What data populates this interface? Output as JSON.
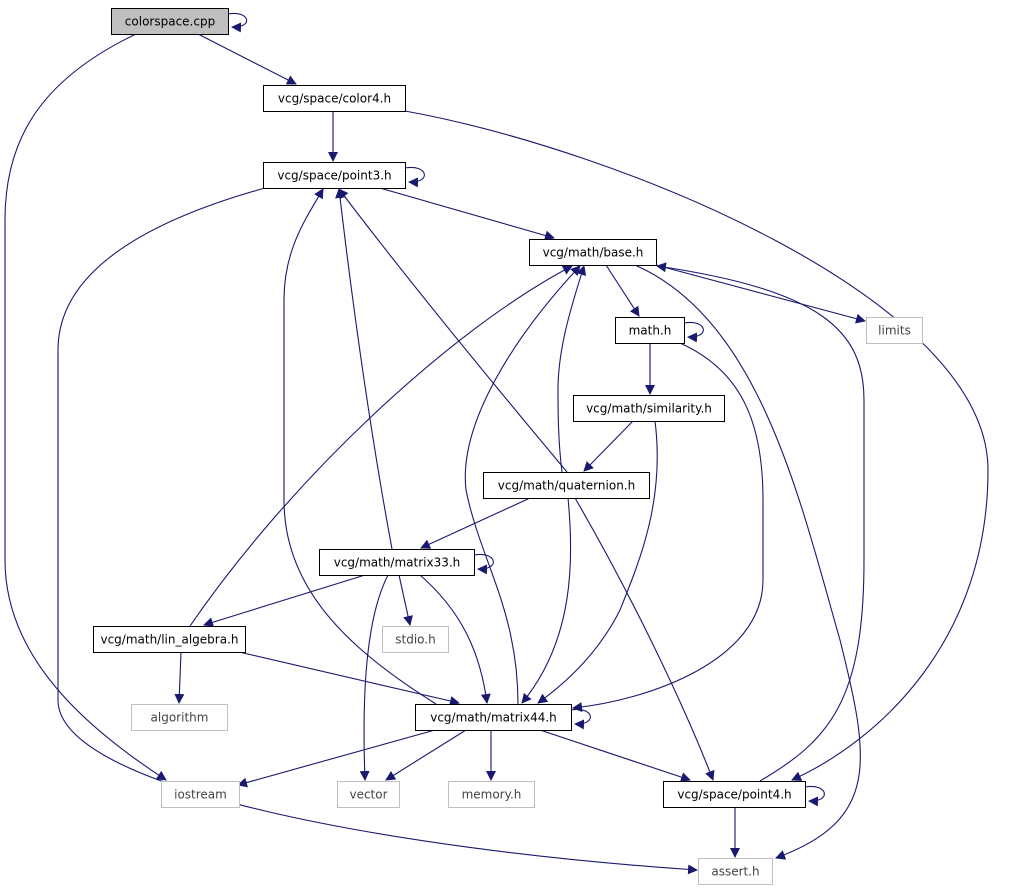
{
  "colors": {
    "edge": "#191970",
    "root_fill": "#bfbfbf",
    "node_border": "#000000",
    "external_border": "#bfbfbf",
    "background": "#ffffff"
  },
  "nodes": [
    {
      "id": "colorspace_cpp",
      "label": "colorspace.cpp",
      "kind": "root"
    },
    {
      "id": "color4_h",
      "label": "vcg/space/color4.h",
      "kind": "internal"
    },
    {
      "id": "point3_h",
      "label": "vcg/space/point3.h",
      "kind": "internal"
    },
    {
      "id": "base_h",
      "label": "vcg/math/base.h",
      "kind": "internal"
    },
    {
      "id": "limits",
      "label": "limits",
      "kind": "external"
    },
    {
      "id": "math_h",
      "label": "math.h",
      "kind": "internal"
    },
    {
      "id": "similarity_h",
      "label": "vcg/math/similarity.h",
      "kind": "internal"
    },
    {
      "id": "quaternion_h",
      "label": "vcg/math/quaternion.h",
      "kind": "internal"
    },
    {
      "id": "matrix33_h",
      "label": "vcg/math/matrix33.h",
      "kind": "internal"
    },
    {
      "id": "stdio_h",
      "label": "stdio.h",
      "kind": "external"
    },
    {
      "id": "lin_algebra_h",
      "label": "vcg/math/lin_algebra.h",
      "kind": "internal"
    },
    {
      "id": "algorithm",
      "label": "algorithm",
      "kind": "external"
    },
    {
      "id": "matrix44_h",
      "label": "vcg/math/matrix44.h",
      "kind": "internal"
    },
    {
      "id": "iostream",
      "label": "iostream",
      "kind": "external"
    },
    {
      "id": "vector",
      "label": "vector",
      "kind": "external"
    },
    {
      "id": "memory_h",
      "label": "memory.h",
      "kind": "external"
    },
    {
      "id": "point4_h",
      "label": "vcg/space/point4.h",
      "kind": "internal"
    },
    {
      "id": "assert_h",
      "label": "assert.h",
      "kind": "external"
    }
  ],
  "edges": [
    {
      "from": "colorspace_cpp",
      "to": "colorspace_cpp"
    },
    {
      "from": "colorspace_cpp",
      "to": "color4_h"
    },
    {
      "from": "colorspace_cpp",
      "to": "iostream"
    },
    {
      "from": "color4_h",
      "to": "point3_h"
    },
    {
      "from": "color4_h",
      "to": "point4_h"
    },
    {
      "from": "point3_h",
      "to": "point3_h"
    },
    {
      "from": "point3_h",
      "to": "base_h"
    },
    {
      "from": "point3_h",
      "to": "assert_h"
    },
    {
      "from": "base_h",
      "to": "math_h"
    },
    {
      "from": "base_h",
      "to": "limits"
    },
    {
      "from": "base_h",
      "to": "assert_h"
    },
    {
      "from": "math_h",
      "to": "math_h"
    },
    {
      "from": "math_h",
      "to": "similarity_h"
    },
    {
      "from": "math_h",
      "to": "matrix44_h"
    },
    {
      "from": "similarity_h",
      "to": "quaternion_h"
    },
    {
      "from": "similarity_h",
      "to": "matrix44_h"
    },
    {
      "from": "quaternion_h",
      "to": "point3_h"
    },
    {
      "from": "quaternion_h",
      "to": "base_h"
    },
    {
      "from": "quaternion_h",
      "to": "matrix33_h"
    },
    {
      "from": "quaternion_h",
      "to": "matrix44_h"
    },
    {
      "from": "quaternion_h",
      "to": "point4_h"
    },
    {
      "from": "matrix33_h",
      "to": "matrix33_h"
    },
    {
      "from": "matrix33_h",
      "to": "point3_h"
    },
    {
      "from": "matrix33_h",
      "to": "lin_algebra_h"
    },
    {
      "from": "matrix33_h",
      "to": "stdio_h"
    },
    {
      "from": "matrix33_h",
      "to": "matrix44_h"
    },
    {
      "from": "matrix33_h",
      "to": "vector"
    },
    {
      "from": "lin_algebra_h",
      "to": "base_h"
    },
    {
      "from": "lin_algebra_h",
      "to": "algorithm"
    },
    {
      "from": "lin_algebra_h",
      "to": "matrix44_h"
    },
    {
      "from": "matrix44_h",
      "to": "matrix44_h"
    },
    {
      "from": "matrix44_h",
      "to": "point3_h"
    },
    {
      "from": "matrix44_h",
      "to": "base_h"
    },
    {
      "from": "matrix44_h",
      "to": "iostream"
    },
    {
      "from": "matrix44_h",
      "to": "vector"
    },
    {
      "from": "matrix44_h",
      "to": "memory_h"
    },
    {
      "from": "matrix44_h",
      "to": "point4_h"
    },
    {
      "from": "point4_h",
      "to": "point4_h"
    },
    {
      "from": "point4_h",
      "to": "base_h"
    },
    {
      "from": "point4_h",
      "to": "assert_h"
    }
  ]
}
